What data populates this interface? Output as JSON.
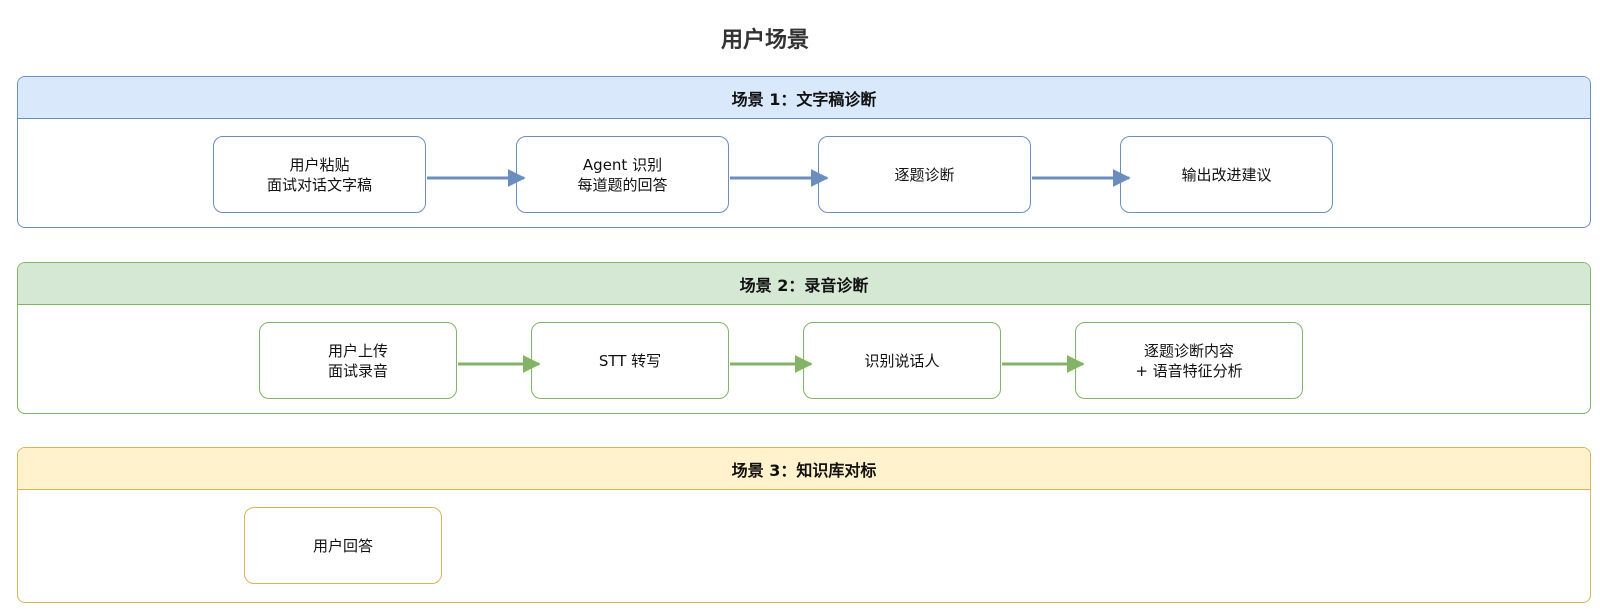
{
  "title": "用户场景",
  "colors": {
    "scenario1_stroke": "#6c8ebf",
    "scenario1_fill": "#dae8fc",
    "scenario2_stroke": "#82b366",
    "scenario2_fill": "#d5e8d4",
    "scenario3_stroke": "#d6b656",
    "scenario3_fill": "#fff2cc"
  },
  "scenarios": [
    {
      "title": "场景 1：文字稿诊断",
      "steps": [
        "用户粘贴\n面试对话文字稿",
        "Agent 识别\n每道题的回答",
        "逐题诊断",
        "输出改进建议"
      ]
    },
    {
      "title": "场景 2：录音诊断",
      "steps": [
        "用户上传\n面试录音",
        "STT 转写",
        "识别说话人",
        "逐题诊断内容\n+ 语音特征分析"
      ]
    },
    {
      "title": "场景 3：知识库对标",
      "steps": [
        "用户回答"
      ]
    }
  ]
}
